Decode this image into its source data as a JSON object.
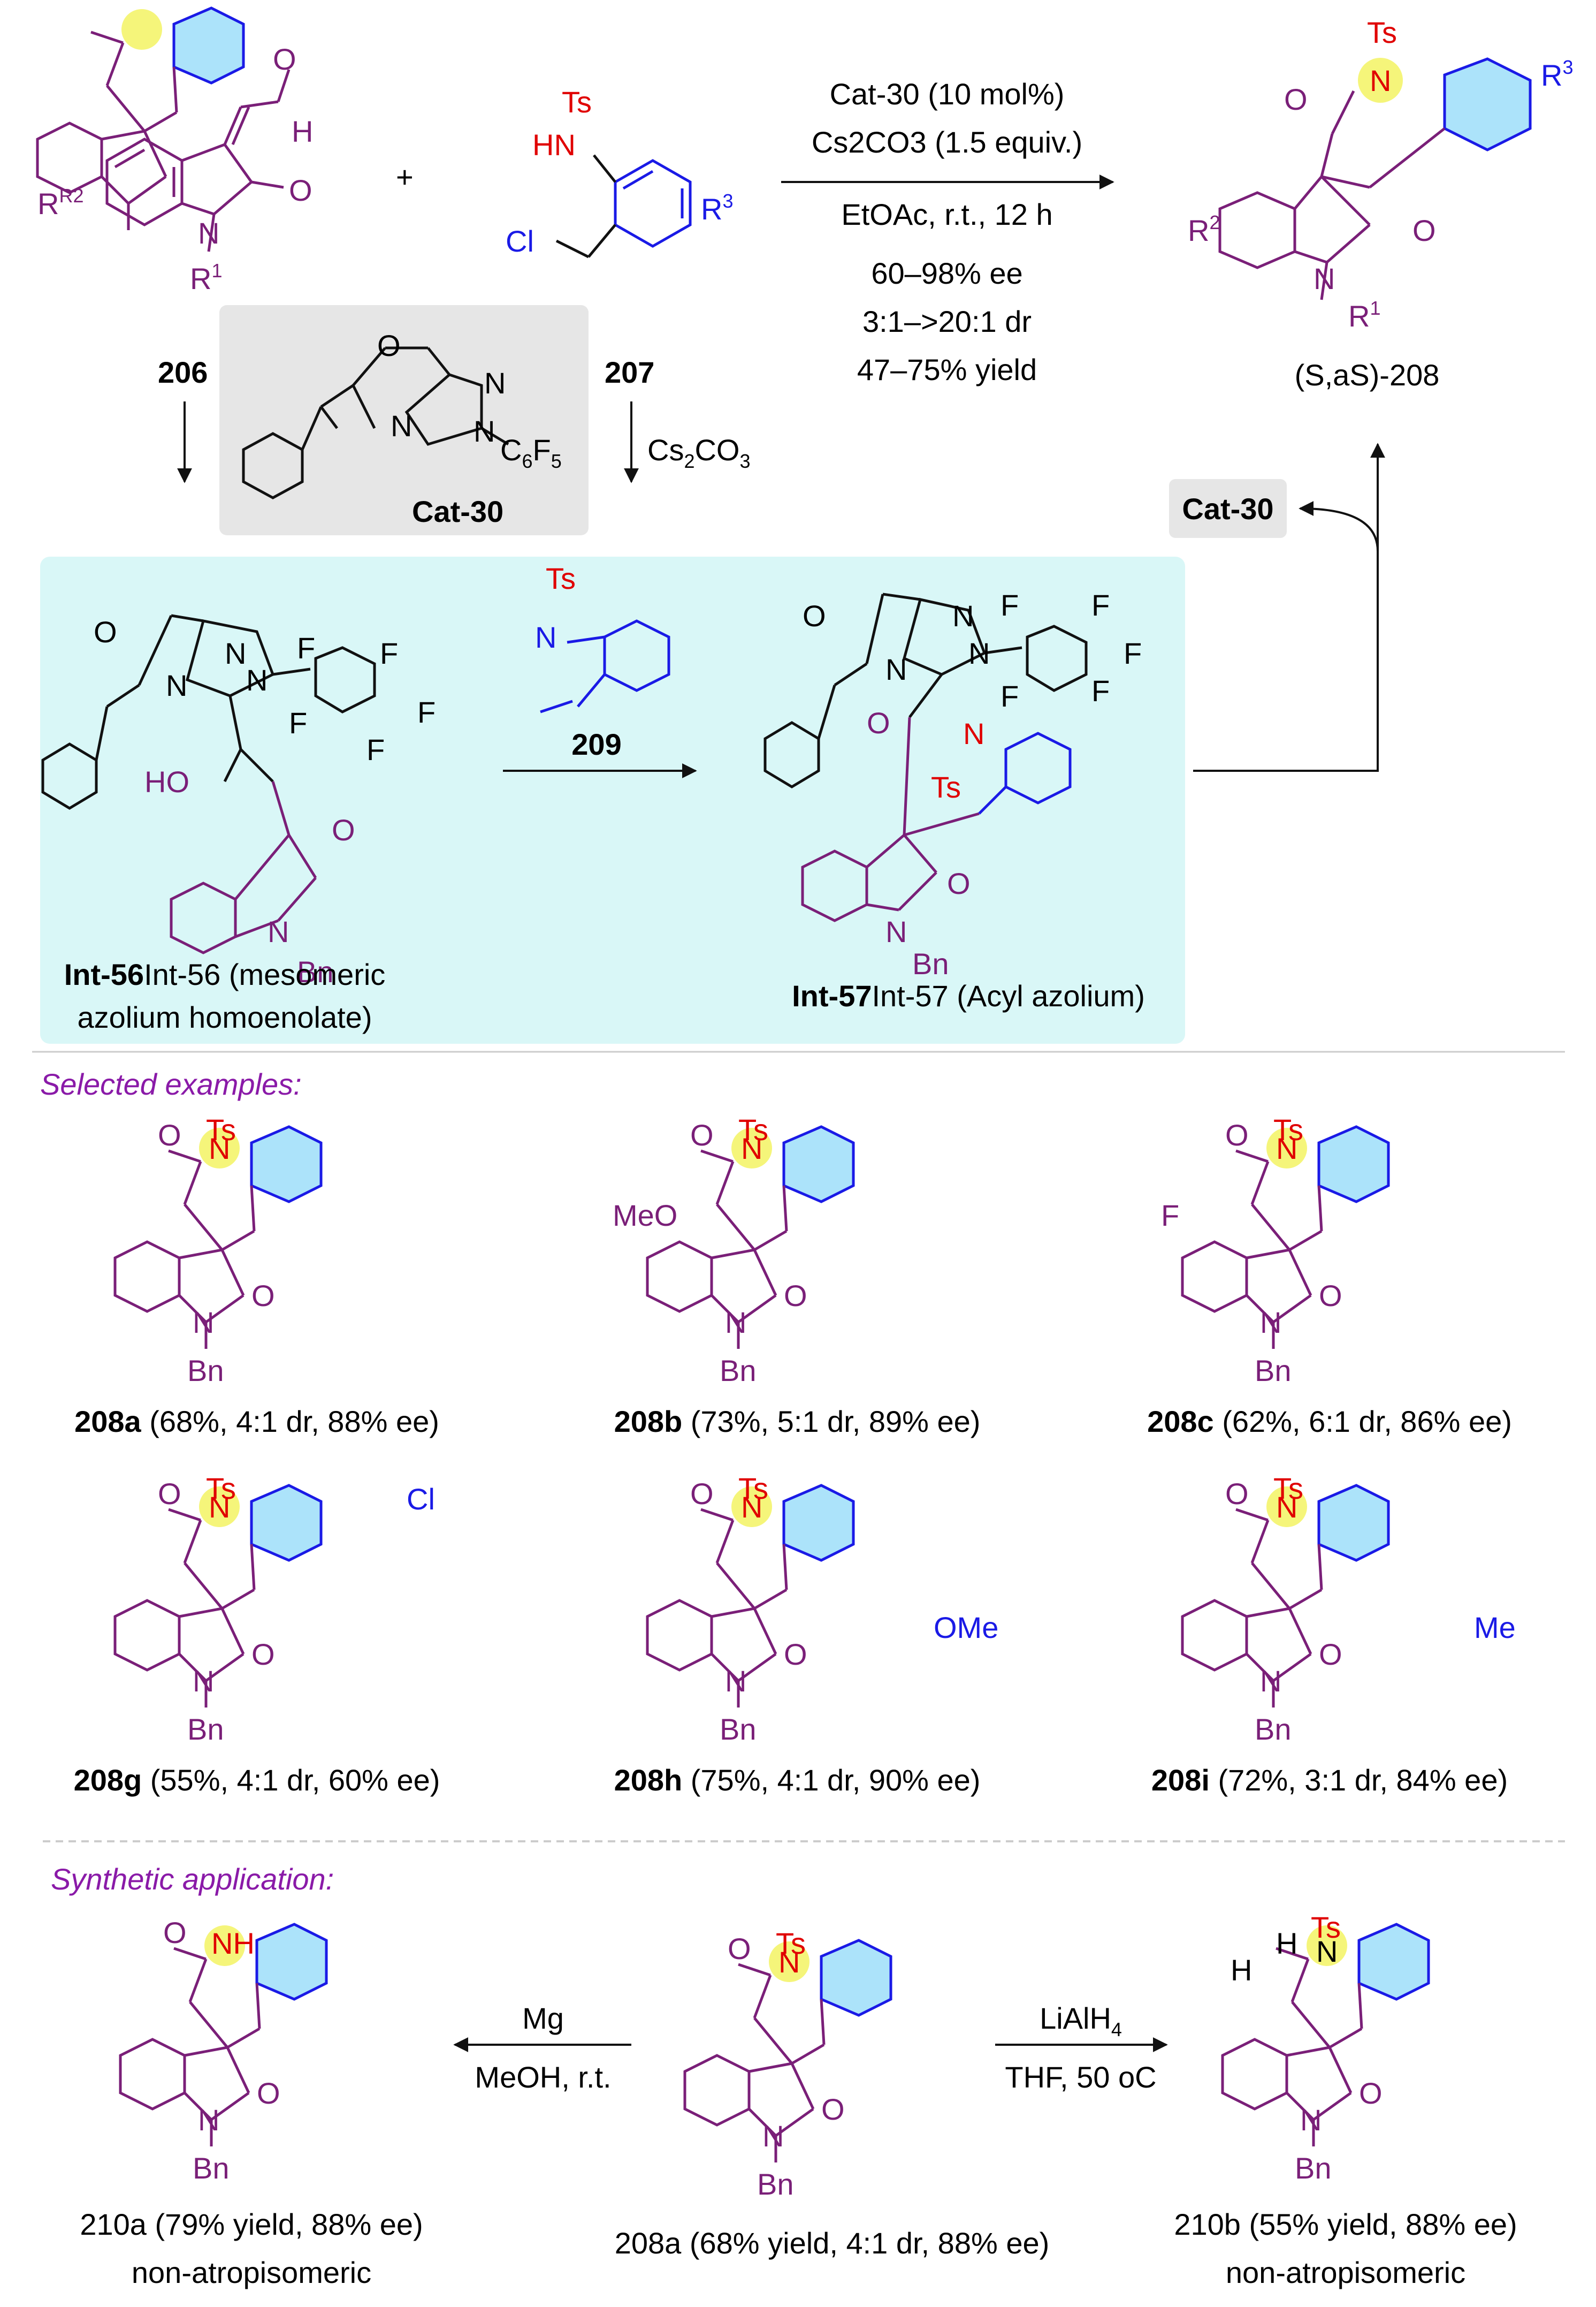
{
  "reaction": {
    "conditions": [
      "Cat-30 (10 mol%)",
      "Cs2CO3 (1.5 equiv.)",
      "EtOAc, r.t., 12 h",
      "60–98% ee",
      "3:1–>20:1 dr",
      "47–75% yield"
    ],
    "reagent_206": "206",
    "reagent_207": "207",
    "product": "(S,aS)-208",
    "catalyst": "Cat-30",
    "base_arrow": "Cs2CO3",
    "plus": "+"
  },
  "mechanism": {
    "int56": "Int-56 (mesomeric",
    "int56_line2": "azolium homoenolate)",
    "int57": "Int-57 (Acyl azolium)",
    "reagent_209": "209",
    "cat_return": "Cat-30"
  },
  "labels": {
    "R1": "R1",
    "R2": "R2",
    "R3": "R3",
    "Ts": "Ts",
    "Bn": "Bn",
    "HN": "HN",
    "Cl": "Cl",
    "O": "O",
    "H": "H",
    "N": "N",
    "F": "F",
    "HO": "HO",
    "MeO": "MeO",
    "OMe": "OMe",
    "Me": "Me",
    "NH": "NH",
    "C6F5": "C6F5"
  },
  "selected_heading": "Selected examples:",
  "examples": [
    {
      "id": "208a",
      "text": "(68%, 4:1 dr, 88% ee)"
    },
    {
      "id": "208b",
      "text": "(73%, 5:1 dr, 89% ee)"
    },
    {
      "id": "208c",
      "text": "(62%, 6:1 dr, 86% ee)"
    },
    {
      "id": "208g",
      "text": "(55%, 4:1 dr, 60% ee)"
    },
    {
      "id": "208h",
      "text": "(75%, 4:1 dr, 90% ee)"
    },
    {
      "id": "208i",
      "text": "(72%, 3:1 dr, 84% ee)"
    }
  ],
  "application_heading": "Synthetic application:",
  "application": {
    "left_reagent": "Mg",
    "left_cond": "MeOH, r.t.",
    "right_reagent": "LiAlH4",
    "right_cond": "THF, 50 oC",
    "p210a": "210a (79% yield, 88% ee)",
    "p210a_note": "non-atropisomeric",
    "p208a": "208a (68% yield, 4:1 dr, 88% ee)",
    "p210b": "210b (55% yield, 88% ee)",
    "p210b_note": "non-atropisomeric"
  },
  "colors": {
    "purple": "#7a1f78",
    "blue": "#1a1ae6",
    "red": "#e00000",
    "highlight_yellow": "#f5f57a",
    "panel_cyan": "#d9f7f7",
    "panel_grey": "#e6e6e6"
  }
}
